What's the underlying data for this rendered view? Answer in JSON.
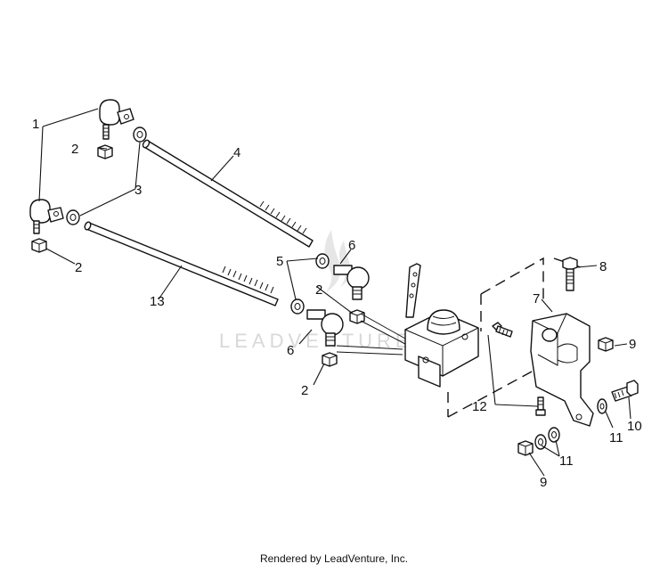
{
  "watermark": "LEADVENTURE",
  "callouts": {
    "c1": "1",
    "c2a": "2",
    "c2b": "2",
    "c2c": "2",
    "c2d": "2",
    "c3": "3",
    "c4": "4",
    "c5": "5",
    "c6a": "6",
    "c6b": "6",
    "c7": "7",
    "c8": "8",
    "c9a": "9",
    "c9b": "9",
    "c10": "10",
    "c11a": "11",
    "c11b": "11",
    "c12": "12",
    "c13": "13"
  },
  "footer": "Rendered by LeadVenture, Inc."
}
